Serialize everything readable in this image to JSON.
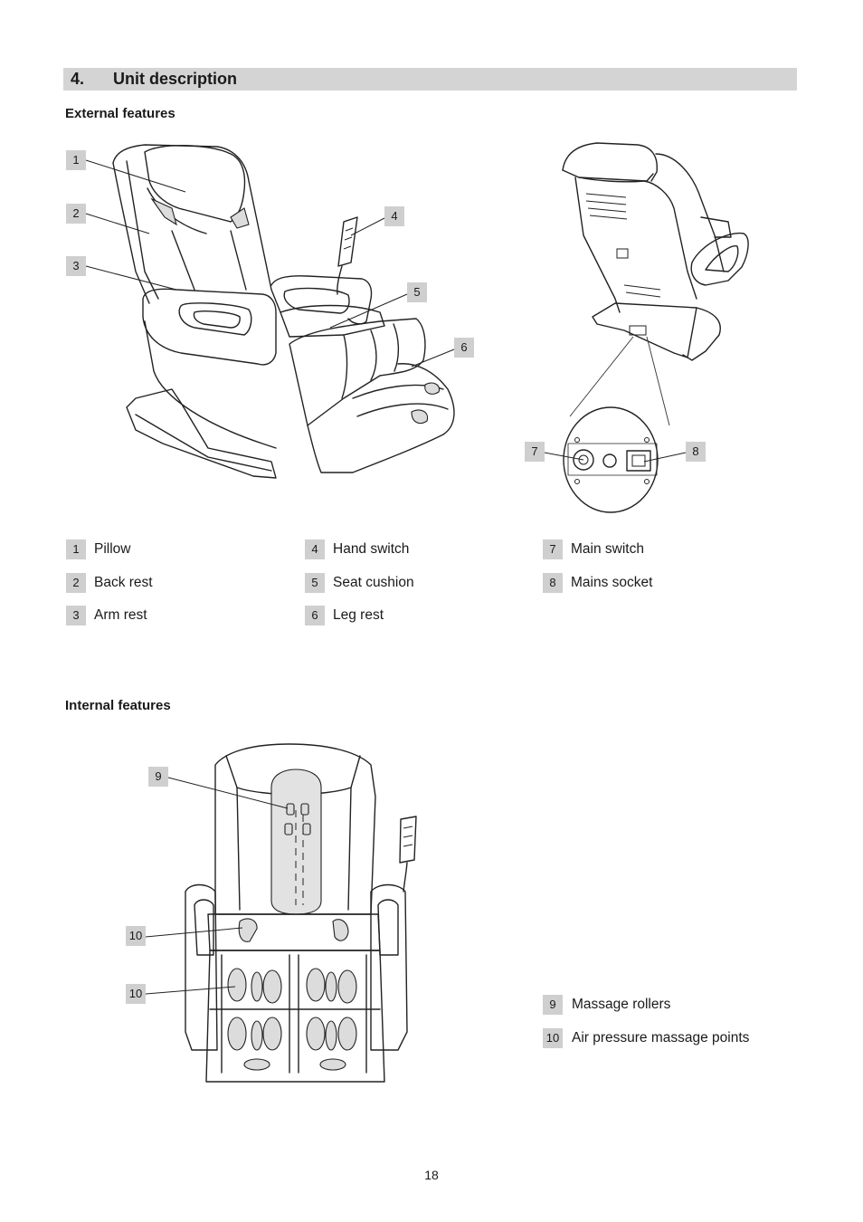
{
  "section": {
    "number": "4.",
    "title": "Unit description"
  },
  "external": {
    "heading": "External features",
    "legend": [
      {
        "num": "1",
        "label": "Pillow"
      },
      {
        "num": "2",
        "label": "Back rest"
      },
      {
        "num": "3",
        "label": "Arm rest"
      },
      {
        "num": "4",
        "label": "Hand switch"
      },
      {
        "num": "5",
        "label": "Seat cushion"
      },
      {
        "num": "6",
        "label": "Leg rest"
      },
      {
        "num": "7",
        "label": "Main switch"
      },
      {
        "num": "8",
        "label": "Mains socket"
      }
    ]
  },
  "internal": {
    "heading": "Internal features",
    "legend": [
      {
        "num": "9",
        "label": "Massage rollers"
      },
      {
        "num": "10",
        "label": "Air pressure massage points"
      }
    ]
  },
  "page_number": "18"
}
